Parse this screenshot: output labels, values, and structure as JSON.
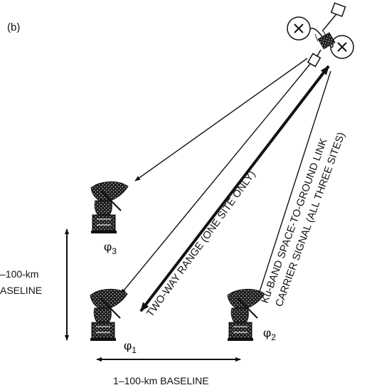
{
  "panel_label": "(b)",
  "labels": {
    "vertical_baseline_line1": "–100-km",
    "vertical_baseline_line2": "ASELINE",
    "horizontal_baseline": "1–100-km BASELINE",
    "two_way_range": "TWO-WAY RANGE (ONE SITE ONLY)",
    "ku_band_line1": "Ku-BAND SPACE-TO-GROUND LINK",
    "ku_band_line2": "CARRIER SIGNAL (ALL THREE SITES)"
  },
  "sites": [
    {
      "symbol": "φ",
      "subscript": "1"
    },
    {
      "symbol": "φ",
      "subscript": "2"
    },
    {
      "symbol": "φ",
      "subscript": "3"
    }
  ],
  "colors": {
    "ink": "#111111",
    "background": "#ffffff"
  },
  "icons": [
    "satellite-icon",
    "antenna-dish-icon"
  ]
}
